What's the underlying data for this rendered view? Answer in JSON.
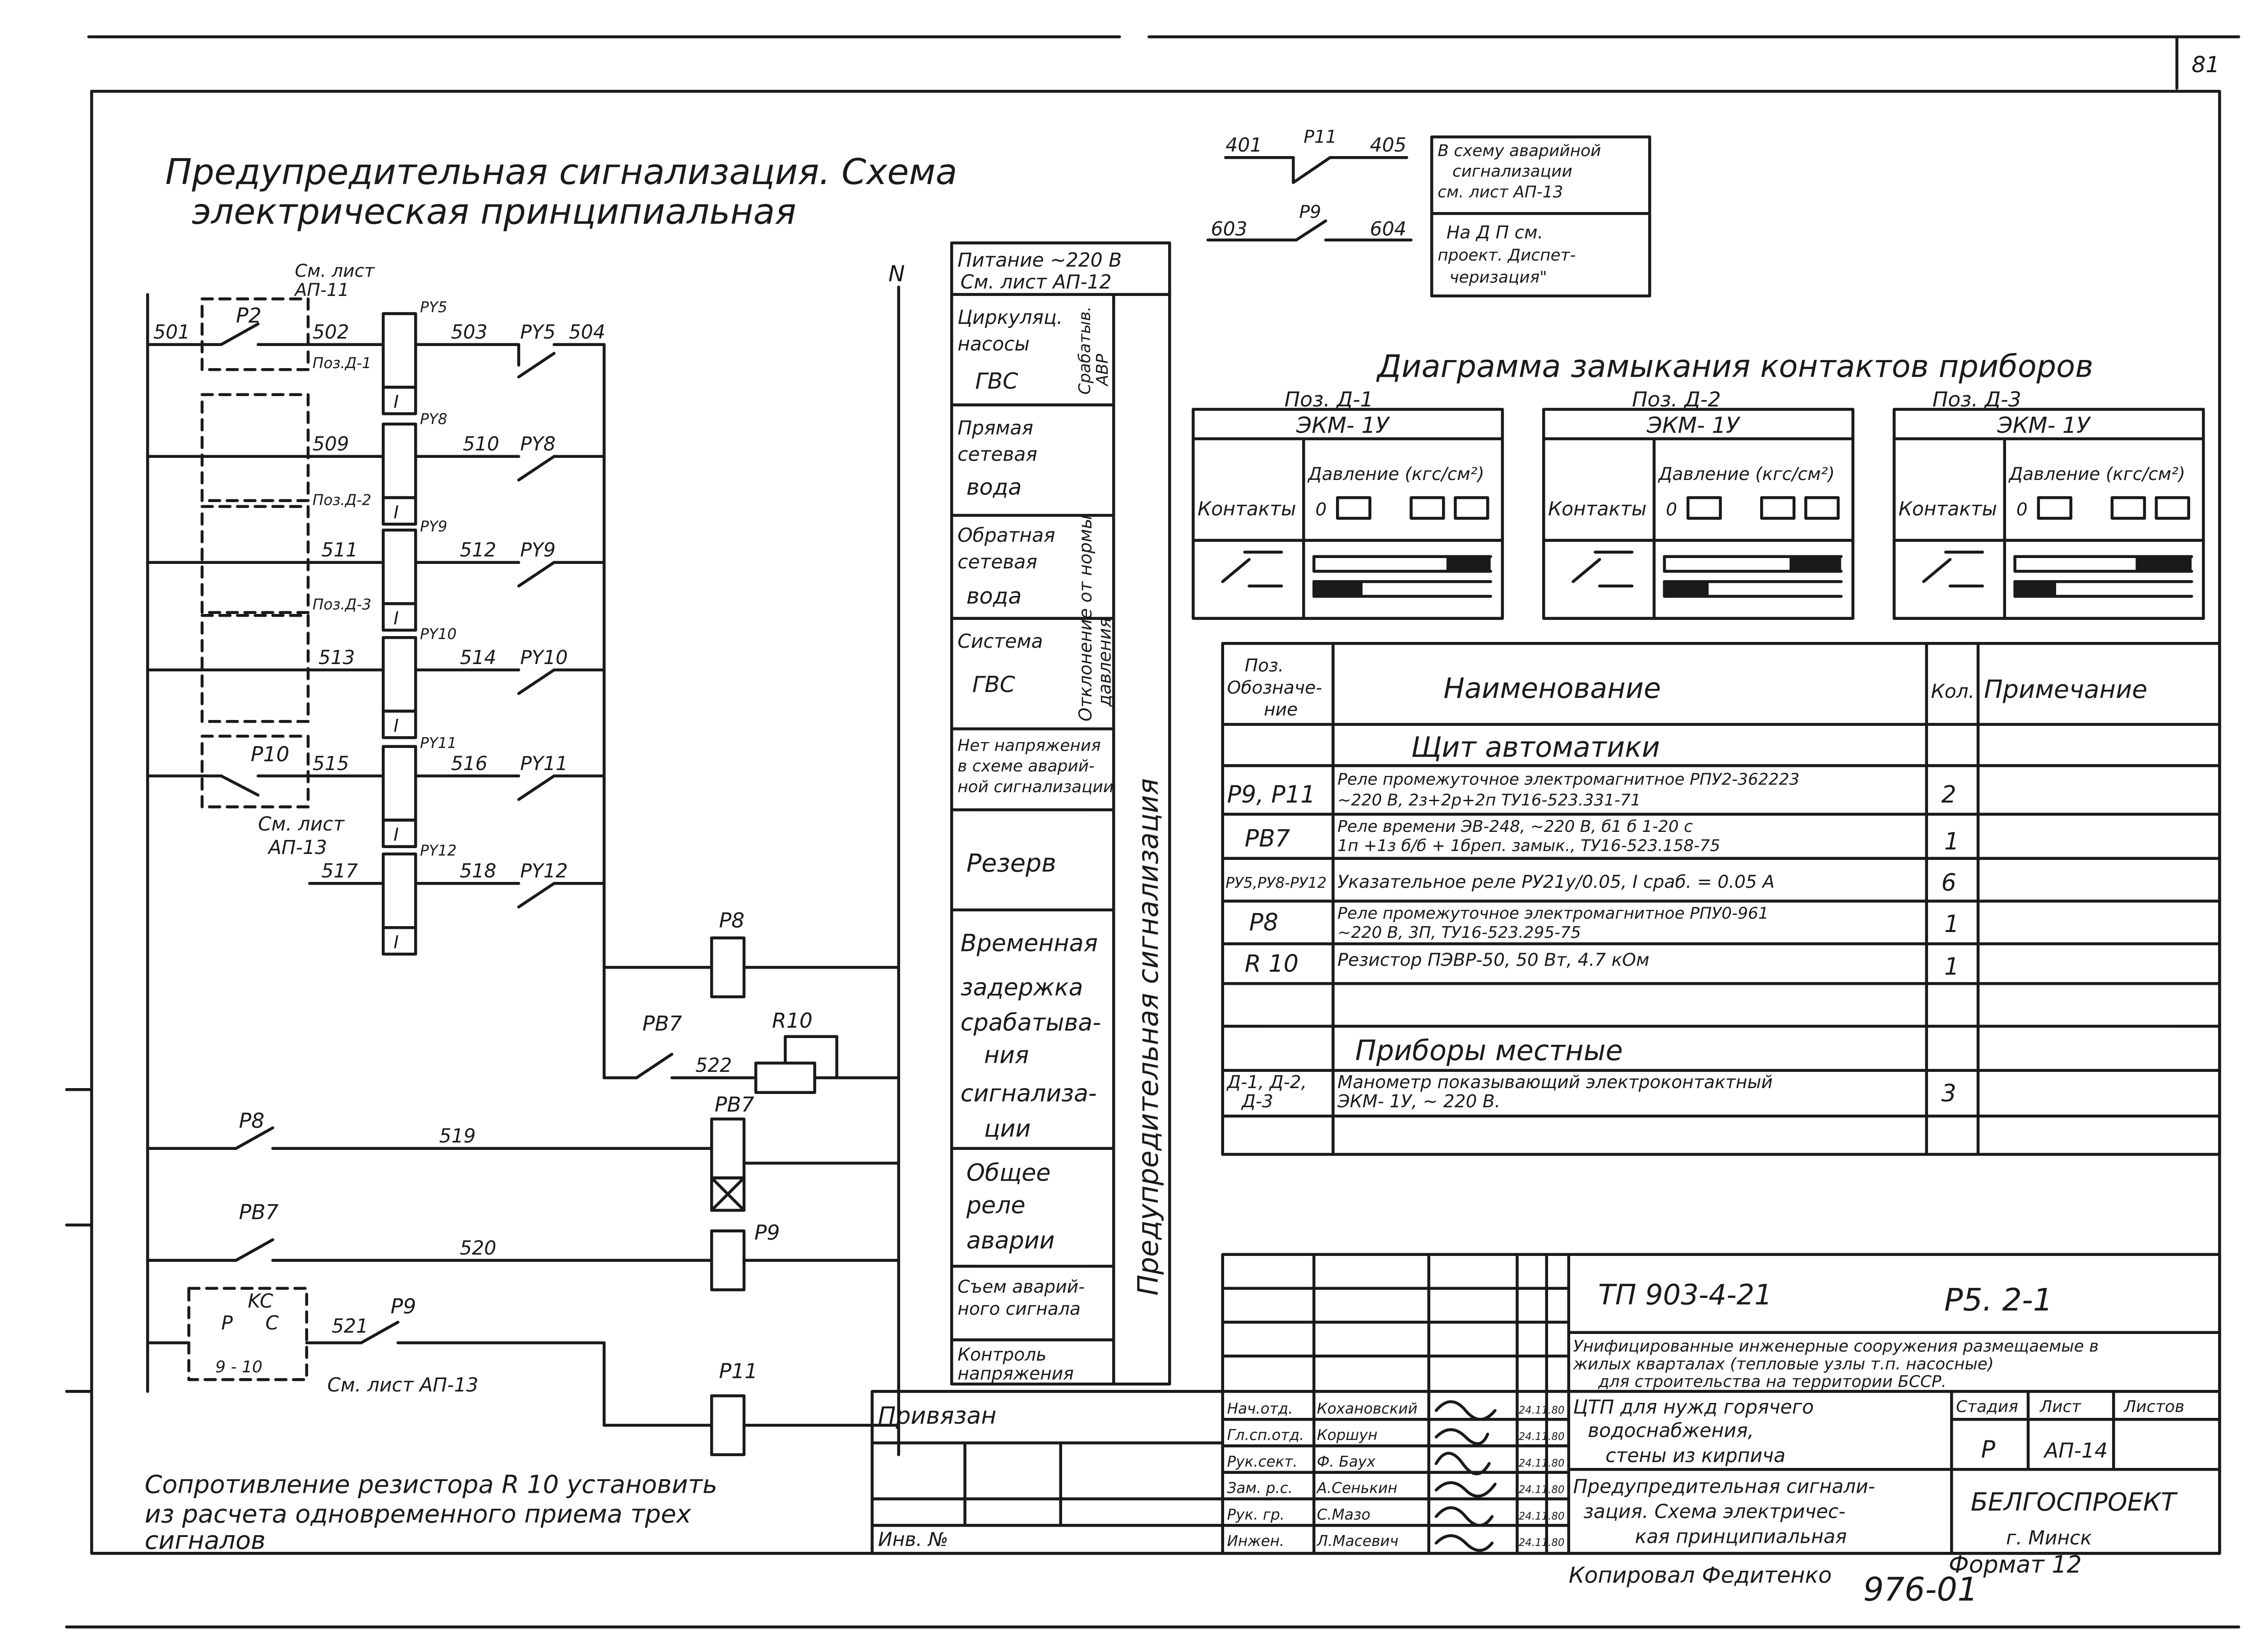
{
  "sheet": {
    "page_number": "81",
    "title_line1": "Предупредительная сигнализация. Схема",
    "title_line2": "электрическая принципиальная",
    "note_line1": "Сопротивление резистора R 10 установить",
    "note_line2": "из расчета одновременного приема трех",
    "note_line3": "сигналов",
    "copied_by": "Копировал Федитенко",
    "copy_number": "976-01",
    "format_label": "Формат 12",
    "colors": {
      "ink": "#1a1a1a",
      "paper": "#ffffff"
    }
  },
  "schematic": {
    "neutral_label": "N",
    "wires": {
      "w401": "401",
      "w405": "405",
      "w603": "603",
      "w604": "604",
      "w501": "501",
      "w502": "502",
      "w503": "503",
      "w504": "504",
      "w509": "509",
      "w510": "510",
      "w511": "511",
      "w512": "512",
      "w513": "513",
      "w514": "514",
      "w515": "515",
      "w516": "516",
      "w517": "517",
      "w518": "518",
      "w519": "519",
      "w520": "520",
      "w521": "521",
      "w522": "522"
    },
    "components": {
      "p11": "P11",
      "p9": "P9",
      "p2": "P2",
      "p10": "P10",
      "p8": "P8",
      "pv7": "PB7",
      "r10": "R10",
      "kc": "KC",
      "ru5": "PY5",
      "ru8": "PY8",
      "ru9": "PY9",
      "ru10": "PY10",
      "ru11": "PY11",
      "ru12": "PY12",
      "ry5": "PY5",
      "ry8": "PY8",
      "ry9": "PY9",
      "ry10": "PY10",
      "ry11": "PY11",
      "ry12": "PY12",
      "coil_mark": "I",
      "kc_p": "P",
      "kc_c": "C",
      "kc_range": "9 - 10"
    },
    "refs": {
      "see_ap11_a": "См. лист",
      "see_ap11_b": "АП-11",
      "poz_d1": "Поз.Д-1",
      "poz_d2": "Поз.Д-2",
      "poz_d3": "Поз.Д-3",
      "see_ap13_a": "См. лист",
      "see_ap13_b": "АП-13",
      "see_ap13_c": "См. лист АП-13"
    },
    "external_note": {
      "l1": "В схему аварийной",
      "l2": "сигнализации",
      "l3": "см. лист АП-13",
      "l4": "На Д П см.",
      "l5": "проект. Диспет-",
      "l6": "черизация\""
    }
  },
  "function_column": {
    "header_line1": "Питание ~220 В",
    "header_line2": "См. лист АП-12",
    "vertical_label": "Предупредительная сигнализация",
    "pressure_label_a": "Отклонение от нормы",
    "pressure_label_b": "давления",
    "avr_label_a": "Срабатыв.",
    "avr_label_b": "АВР",
    "rows": {
      "r1": [
        "Циркуляц.",
        "насосы",
        "ГВС"
      ],
      "r2": [
        "Прямая",
        "сетевая",
        "вода"
      ],
      "r3": [
        "Обратная",
        "сетевая",
        "вода"
      ],
      "r4": [
        "Система",
        "ГВС"
      ],
      "r5": [
        "Нет напряжения",
        "в схеме аварий-",
        "ной сигнализации"
      ],
      "r6": [
        "Резерв"
      ],
      "r7": [
        "Временная",
        "задержка",
        "срабатыва-",
        "ния",
        "сигнализа-",
        "ции"
      ],
      "r8": [
        "Общее",
        "реле",
        "аварии"
      ],
      "r9": [
        "Съем аварий-",
        "ного сигнала"
      ],
      "r10": [
        "Контроль",
        "напряжения"
      ]
    }
  },
  "diagram": {
    "title": "Диаграмма замыкания контактов приборов",
    "gauges": [
      {
        "position": "Поз. Д-1",
        "model": "ЭКМ- 1У",
        "contacts": "Контакты",
        "pressure": "Давление (кгс/см²)",
        "zero": "0"
      },
      {
        "position": "Поз. Д-2",
        "model": "ЭКМ- 1У",
        "contacts": "Контакты",
        "pressure": "Давление (кгс/см²)",
        "zero": "0"
      },
      {
        "position": "Поз. Д-3",
        "model": "ЭКМ- 1У",
        "contacts": "Контакты",
        "pressure": "Давление (кгс/см²)",
        "zero": "0"
      }
    ]
  },
  "spec": {
    "headers": {
      "pos1": "Поз.",
      "pos2": "Обозначе-",
      "pos3": "ние",
      "name": "Наименование",
      "qty": "Кол.",
      "note": "Примечание"
    },
    "section1": "Щит автоматики",
    "section2": "Приборы местные",
    "rows": [
      {
        "pos": "P9, P11",
        "name1": "Реле промежуточное электромагнитное РПУ2-362223",
        "name2": "~220 В, 2з+2р+2п   ТУ16-523.331-71",
        "qty": "2"
      },
      {
        "pos": "PB7",
        "name1": "Реле времени  ЭВ-248,  ~220 В,  б1 б 1-20 с",
        "name2": "1п +1з б/б + 1бреп. замык.,     ТУ16-523.158-75",
        "qty": "1"
      },
      {
        "pos": "РУ5,РУ8-РУ12",
        "name1": "Указательное реле РУ21у/0.05,  I сраб. = 0.05 А",
        "name2": "",
        "qty": "6"
      },
      {
        "pos": "P8",
        "name1": "Реле промежуточное электромагнитное РПУ0-961",
        "name2": "~220 В,        3П,      ТУ16-523.295-75",
        "qty": "1"
      },
      {
        "pos": "R 10",
        "name1": "Резистор ПЭВР-50,  50 Вт,  4.7 кОм",
        "name2": "",
        "qty": "1"
      },
      {
        "pos": "Д-1, Д-2,",
        "pos2": "Д-3",
        "name1": "Манометр показывающий электроконтактный",
        "name2": "ЭКМ- 1У,  ~ 220 В.",
        "qty": "3"
      }
    ]
  },
  "titleblock": {
    "doc_code": "ТП 903-4-21",
    "section_code": "Р5. 2-1",
    "purpose1": "Унифицированные инженерные сооружения размещаемые в",
    "purpose2": "жилых кварталах (тепловые узлы т.п. насосные)",
    "purpose3": "для строительства на территории БССР.",
    "object1": "ЦТП для нужд горячего",
    "object2": "водоснабжения,",
    "object3": "стены из кирпича",
    "drawing1": "Предупредительная сигнали-",
    "drawing2": "зация. Схема электричес-",
    "drawing3": "кая принципиальная",
    "stage_h": "Стадия",
    "sheet_h": "Лист",
    "sheets_h": "Листов",
    "stage": "Р",
    "sheet": "АП-14",
    "org1": "БЕЛГОСПРОЕКТ",
    "org2": "г. Минск",
    "privyazan": "Привязан",
    "inv": "Инв. №",
    "staff": [
      {
        "role": "Нач.отд.",
        "name": "Кохановский",
        "date": "24.11.80"
      },
      {
        "role": "Гл.сп.отд.",
        "name": "Коршун",
        "date": "24.11.80"
      },
      {
        "role": "Рук.сект.",
        "name": "Ф. Баух",
        "date": "24.11.80"
      },
      {
        "role": "Зам. р.с.",
        "name": "А.Сенькин",
        "date": "24.11.80"
      },
      {
        "role": "Рук. гр.",
        "name": "С.Мазо",
        "date": "24.11.80"
      },
      {
        "role": "Инжен.",
        "name": "Л.Масевич",
        "date": "24.11.80"
      }
    ]
  }
}
